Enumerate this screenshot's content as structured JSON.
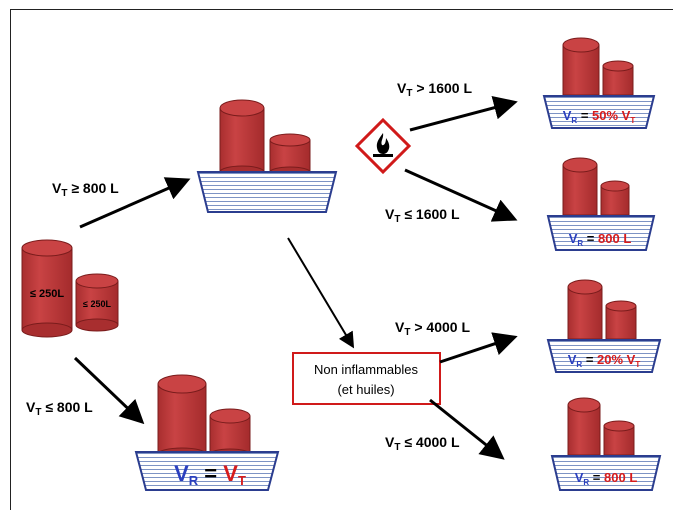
{
  "colors": {
    "drum_fill": "#c0393a",
    "drum_stroke": "#7a1c1c",
    "tray_stroke": "#2b3d8f",
    "tray_hatch": "#6f86b8",
    "blue_text": "#2a3fbf",
    "red_text": "#d71c1c",
    "box_border": "#d01a1a",
    "diamond": "#d01a1a"
  },
  "source": {
    "big_drum_label": "≤ 250L",
    "small_drum_label": "≤ 250L"
  },
  "conditions": {
    "vt_ge_800": {
      "prefix": "V",
      "sub": "T",
      "rest": " ≥ 800 L"
    },
    "vt_le_800": {
      "prefix": "V",
      "sub": "T",
      "rest": " ≤ 800 L"
    },
    "vt_gt_1600": {
      "prefix": "V",
      "sub": "T",
      "rest": " > 1600 L"
    },
    "vt_le_1600": {
      "prefix": "V",
      "sub": "T",
      "rest": " ≤ 1600 L"
    },
    "vt_gt_4000": {
      "prefix": "V",
      "sub": "T",
      "rest": " > 4000 L"
    },
    "vt_le_4000": {
      "prefix": "V",
      "sub": "T",
      "rest": " ≤ 4000 L"
    }
  },
  "non_flammable_box": {
    "line1": "Non inflammables",
    "line2": "(et huiles)"
  },
  "results": {
    "small_total": {
      "v": "V",
      "vsub": "R",
      "eq": " = ",
      "t": "V",
      "tsub": "T"
    },
    "flam_gt_1600": {
      "v": "V",
      "vsub": "R",
      "eq": " = ",
      "val": "50% V",
      "valsub": "T"
    },
    "flam_le_1600": {
      "v": "V",
      "vsub": "R",
      "eq": " = ",
      "val": "800 L",
      "valsub": ""
    },
    "nonflam_gt_4000": {
      "v": "V",
      "vsub": "R",
      "eq": " = ",
      "val": "20% V",
      "valsub": "T"
    },
    "nonflam_le_4000": {
      "v": "V",
      "vsub": "R",
      "eq": " = ",
      "val": "800 L",
      "valsub": ""
    }
  }
}
